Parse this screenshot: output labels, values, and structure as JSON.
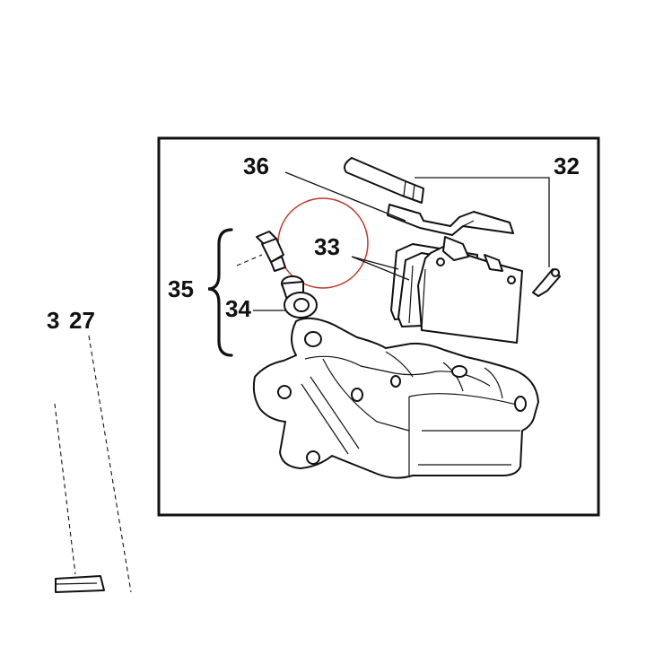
{
  "callouts": {
    "c27": "27",
    "c32": "32",
    "c33": "33",
    "c34": "34",
    "c35": "35",
    "c36": "36",
    "partial_left": "3"
  },
  "colors": {
    "line": "#111111",
    "highlight_circle": "#c0392b",
    "background": "#ffffff"
  },
  "icons": {
    "highlight": "red-highlight-circle",
    "bracket": "curly-brace-bracket"
  }
}
